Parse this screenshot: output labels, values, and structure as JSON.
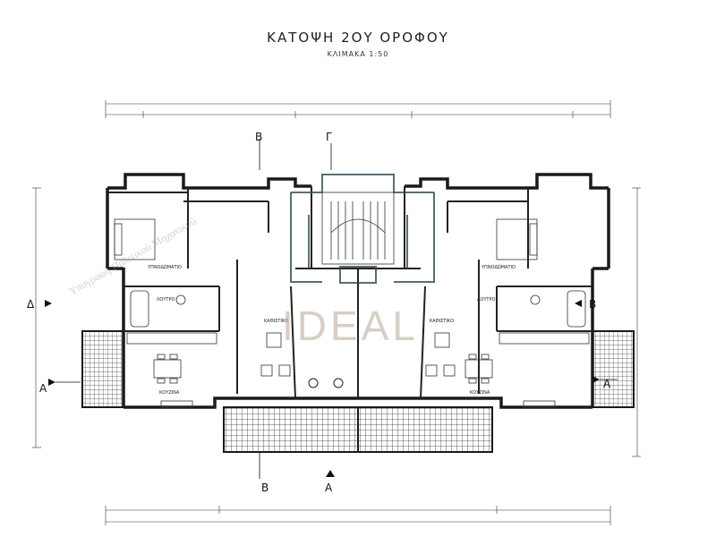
{
  "header": {
    "title": "ΚΑΤΟΨΗ 2ΟΥ ΟΡΟΦΟΥ",
    "scale": "ΚΛΙΜΑΚΑ 1:50"
  },
  "section_marks": {
    "top_left": "Β",
    "top_center": "Γ",
    "bottom_left": "Β",
    "bottom_center": "Α",
    "left_upper": "Δ",
    "left_lower": "Α",
    "right_upper": "Β",
    "right_lower": "Α"
  },
  "rooms": {
    "bedroom_left": "ΥΠΝΟΔΩΜΑΤΙΟ",
    "bedroom_right": "ΥΠΝΟΔΩΜΑΤΙΟ",
    "bath_left": "ΛΟΥΤΡΟ",
    "bath_right": "ΛΟΥΤΡΟ",
    "living_left": "ΚΑΘΙΣΤΙΚΟ",
    "living_right": "ΚΑΘΙΣΤΙΚΟ",
    "kitchen_left": "ΚΟΥΖΙΝΑ",
    "kitchen_right": "ΚΟΥΖΙΝΑ"
  },
  "watermark": {
    "brand": "IDEAL",
    "text": "Υπογραφή Πολιτικού Μηχανικού"
  },
  "colors": {
    "line": "#1a1a1a",
    "watermark_brand": "#b7a593",
    "stair_outline": "#2f4a52"
  }
}
